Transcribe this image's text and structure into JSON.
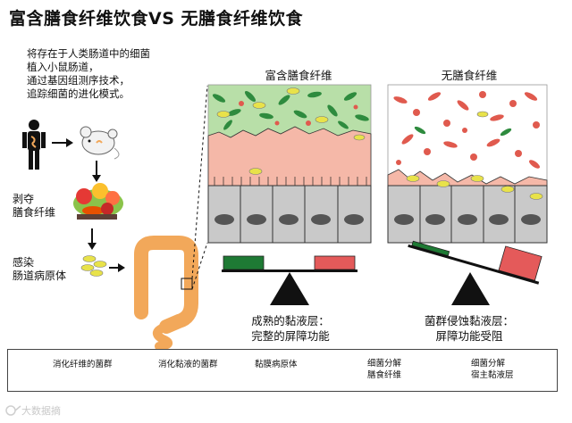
{
  "title": "富含膳食纤维饮食VS 无膳食纤维饮食",
  "intro": {
    "lines": [
      "将存在于人类肠道中的细菌",
      "植入小鼠肠道，",
      "通过基因组测序技术，",
      "追踪细菌的进化模式。"
    ]
  },
  "steps": {
    "deprive": [
      "剥夺",
      "膳食纤维"
    ],
    "infect": [
      "感染",
      "肠道病原体"
    ]
  },
  "panels": {
    "left_label": "富含膳食纤维",
    "right_label": "无膳食纤维"
  },
  "captions": {
    "left": [
      "成熟的黏液层：",
      "完整的屏障功能"
    ],
    "right": [
      "菌群侵蚀黏液层：",
      "屏障功能受阻"
    ]
  },
  "legend": {
    "fiber_bacteria": "消化纤维的菌群",
    "mucus_bacteria": "消化黏液的菌群",
    "pathogen": "黏膜病原体",
    "fiber_decomp": [
      "细菌分解",
      "膳食纤维"
    ],
    "mucus_decomp": [
      "细菌分解",
      "宿主黏液层"
    ]
  },
  "watermark": "大数据摘",
  "colors": {
    "green_bacteria": "#2e8b3e",
    "red_bacteria": "#e05a4e",
    "mucus": "#f5b8a8",
    "lumen": "#b8dfa8",
    "cell": "#c9c9c9",
    "pathogen": "#e8e24a",
    "gut": "#f2a85a",
    "bar_green": "#1e7a34",
    "bar_red": "#e45a5a"
  }
}
